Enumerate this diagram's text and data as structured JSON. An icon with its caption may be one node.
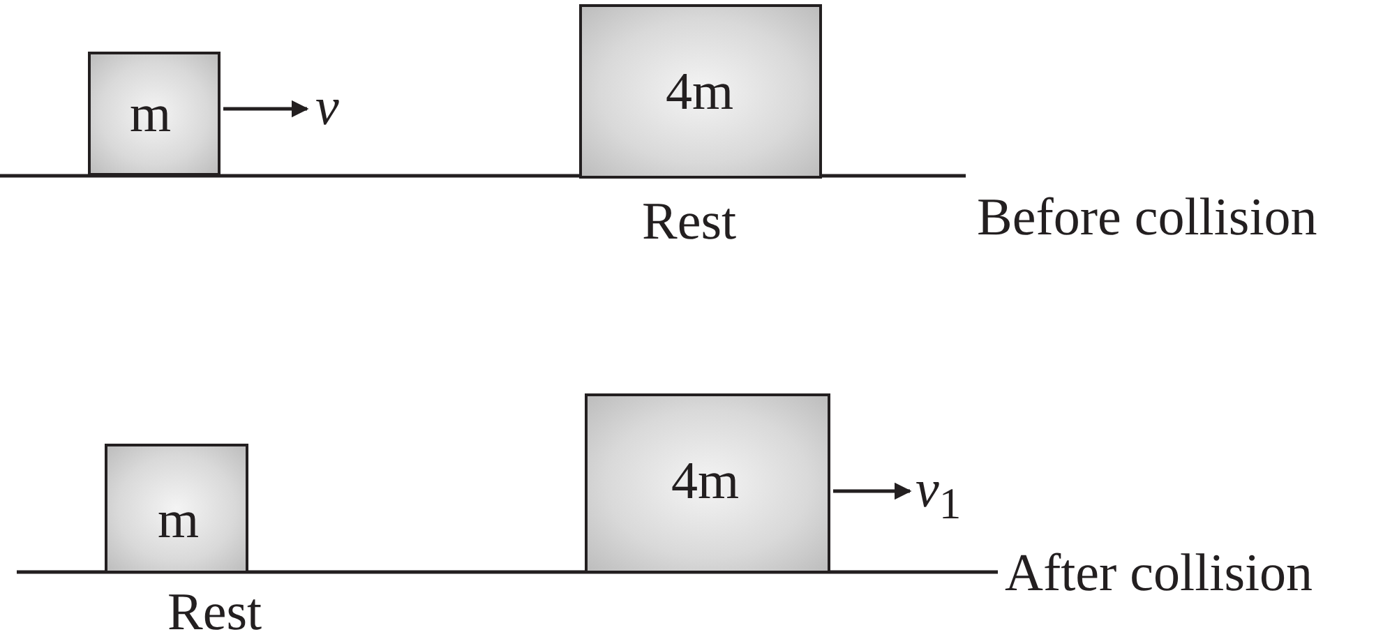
{
  "diagram": {
    "nodes": [
      {
        "text": [
          "m"
        ]
      },
      {
        "text": [
          "4m"
        ],
        "beside": [
          "Rest"
        ]
      },
      {
        "text": [
          "m"
        ],
        "beside": [
          "Rest"
        ]
      },
      {
        "text": [
          "4m"
        ]
      }
    ],
    "labels": [
      "v",
      "Before collision",
      "v$_{1}$",
      "After collision"
    ]
  }
}
